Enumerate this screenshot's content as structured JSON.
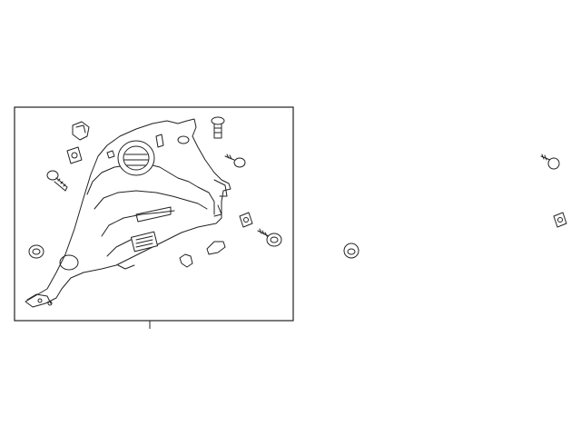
{
  "diagram": {
    "kind": "exploded parts diagram",
    "parts": [
      {
        "name": "quarter-trim-panel"
      },
      {
        "name": "push-clip"
      },
      {
        "name": "retainer-clip"
      },
      {
        "name": "screw"
      },
      {
        "name": "bolt"
      },
      {
        "name": "grommet"
      },
      {
        "name": "cap"
      },
      {
        "name": "nut"
      }
    ],
    "colors": {
      "line": "#222222",
      "background": "#ffffff"
    }
  }
}
